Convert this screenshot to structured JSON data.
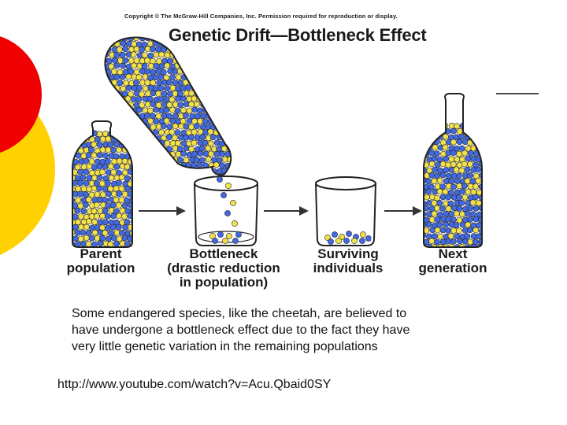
{
  "slide": {
    "copyright": "Copyright © The McGraw-Hill Companies, Inc. Permission required for reproduction or display.",
    "title": "Genetic Drift—Bottleneck Effect",
    "labels": {
      "parent": [
        "Parent",
        "population"
      ],
      "bottleneck": [
        "Bottleneck",
        "(drastic reduction",
        "in population)"
      ],
      "surviving": [
        "Surviving",
        "individuals"
      ],
      "next": [
        "Next",
        "generation"
      ]
    },
    "body_lines": [
      "Some endangered species, like the cheetah, are believed to",
      "have undergone a bottleneck effect due to the fact they have",
      "very little genetic variation in the remaining populations"
    ],
    "link": "http://www.youtube.com/watch?v=Acu.Qbaid0SY"
  },
  "colors": {
    "accent_red": "#f00000",
    "accent_yellow": "#ffd100",
    "bead_blue": "#4169e1",
    "bead_yellow": "#f2e14b",
    "outline": "#222222"
  }
}
